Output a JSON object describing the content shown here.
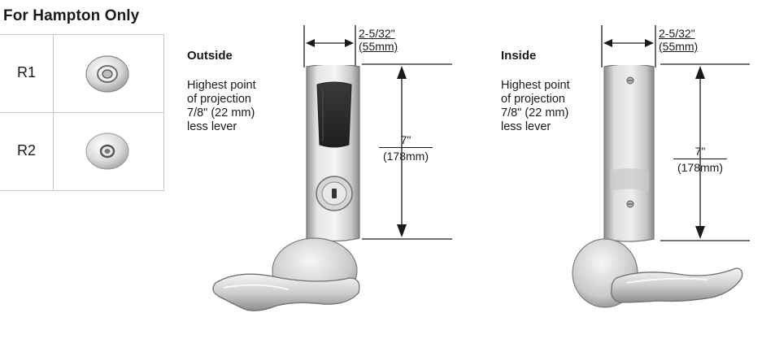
{
  "trim_table": {
    "title": "For Hampton Only",
    "rows": [
      {
        "code": "R1",
        "icon": "rose-trim-r1-icon"
      },
      {
        "code": "R2",
        "icon": "rose-trim-r2-icon"
      }
    ]
  },
  "outside": {
    "label": "Outside",
    "note_lines": [
      "Highest point",
      "of projection",
      "7/8\" (22 mm)",
      "less lever"
    ],
    "width_top": "2-5/32\"",
    "width_bottom": "(55mm)",
    "height_top": "7\"",
    "height_bottom": "(178mm)"
  },
  "inside": {
    "label": "Inside",
    "note_lines": [
      "Highest point",
      "of projection",
      "7/8\" (22 mm)",
      "less lever"
    ],
    "width_top": "2-5/32\"",
    "width_bottom": "(55mm)",
    "height_top": "7\"",
    "height_bottom": "(178mm)"
  },
  "colors": {
    "line": "#1a1a1a",
    "metal_light": "#e9e9e9",
    "metal_dark": "#9a9a9a",
    "reader_window": "#2b2b2b"
  }
}
